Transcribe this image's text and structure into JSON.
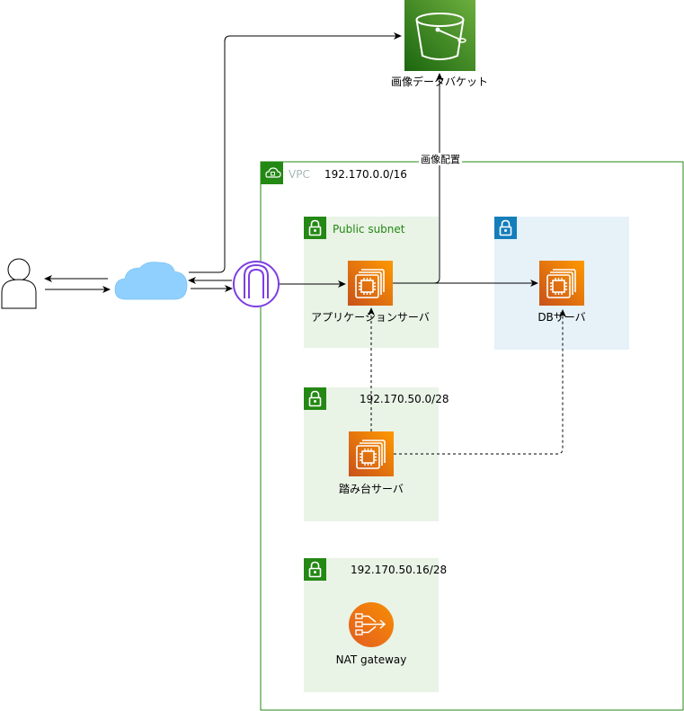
{
  "vpc": {
    "title": "VPC",
    "cidr": "192.170.0.0/16"
  },
  "public_subnet": {
    "title": "Public subnet"
  },
  "private_subnet": {
    "title": ""
  },
  "bastion_subnet": {
    "cidr": "192.170.50.0/28"
  },
  "nat_subnet": {
    "cidr": "192.170.50.16/28"
  },
  "nodes": {
    "bucket": "画像データバケット",
    "app_server": "アプリケーションサーバ",
    "db_server": "DBサーバ",
    "bastion": "踏み台サーバ",
    "nat_gateway": "NAT gateway"
  },
  "edges": {
    "image_placement": "画像配置"
  },
  "colors": {
    "vpc_green": "#248814",
    "subnet_public_fill": "#e9f3e6",
    "subnet_private_fill": "#e6f2f8",
    "subnet_private_icon": "#147eba",
    "ec2_orange": "#ed7100",
    "s3_green": "#3f8624",
    "igw_purple": "#8c4fff",
    "cloud_blue": "#8fd0ff"
  },
  "icons": {
    "user": "user-icon",
    "internet": "cloud-icon",
    "internet_gateway": "internet-gateway-icon",
    "s3": "s3-bucket-icon",
    "ec2": "ec2-instance-icon",
    "nat": "nat-gateway-icon",
    "lock": "lock-icon",
    "vpc": "vpc-cloud-icon"
  }
}
